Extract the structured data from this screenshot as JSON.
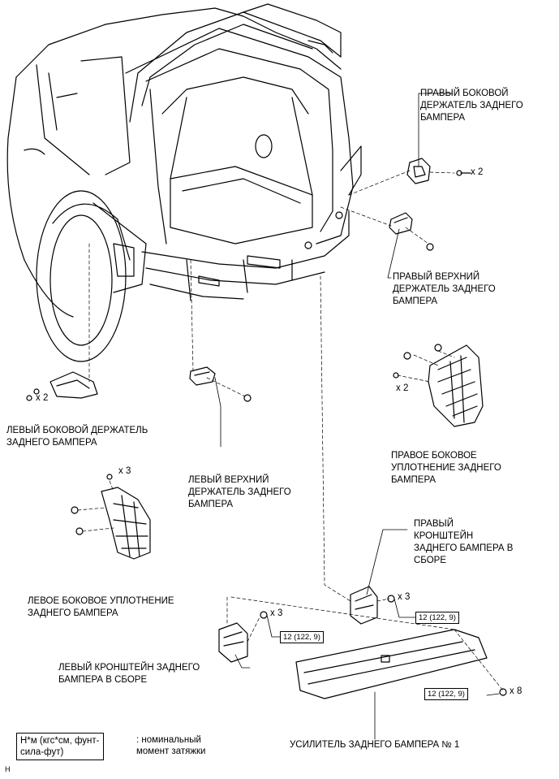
{
  "labels": {
    "right_side_retainer": [
      "ПРАВЫЙ БОКОВОЙ",
      "ДЕРЖАТЕЛЬ ЗАДНЕГО",
      "БАМПЕРА"
    ],
    "right_upper_retainer": [
      "ПРАВЫЙ ВЕРХНИЙ",
      "ДЕРЖАТЕЛЬ ЗАДНЕГО",
      "БАМПЕРА"
    ],
    "left_side_retainer": [
      "ЛЕВЫЙ БОКОВОЙ ДЕРЖАТЕЛЬ",
      "ЗАДНЕГО БАМПЕРА"
    ],
    "left_upper_retainer": [
      "ЛЕВЫЙ ВЕРХНИЙ",
      "ДЕРЖАТЕЛЬ ЗАДНЕГО",
      "БАМПЕРА"
    ],
    "right_side_seal": [
      "ПРАВОЕ БОКОВОЕ",
      "УПЛОТНЕНИЕ ЗАДНЕГО",
      "БАМПЕРА"
    ],
    "left_side_seal": [
      "ЛЕВОЕ БОКОВОЕ УПЛОТНЕНИЕ",
      "ЗАДНЕГО БАМПЕРА"
    ],
    "right_bracket": [
      "ПРАВЫЙ",
      "КРОНШТЕЙН",
      "ЗАДНЕГО БАМПЕРА В",
      "СБОРЕ"
    ],
    "left_bracket": [
      "ЛЕВЫЙ КРОНШТЕЙН ЗАДНЕГО",
      "БАМПЕРА В СБОРЕ"
    ],
    "reinforcement": "УСИЛИТЕЛЬ ЗАДНЕГО БАМПЕРА № 1"
  },
  "quantities": {
    "right_side_retainer": "x 2",
    "left_side_retainer": "x 2",
    "left_seal": "x 3",
    "right_seal": "x 2",
    "right_bracket": "x 3",
    "left_bracket": "x 3",
    "reinforcement": "x 8"
  },
  "torque": {
    "right_bracket": "12 (122, 9)",
    "left_bracket": "12 (122, 9)",
    "reinforcement": "12 (122, 9)"
  },
  "legend": {
    "box": [
      "Н*м (кгс*см, фунт-",
      "сила-фут)"
    ],
    "text": [
      ": номинальный",
      "момент затяжки"
    ]
  },
  "corner_mark": "H"
}
